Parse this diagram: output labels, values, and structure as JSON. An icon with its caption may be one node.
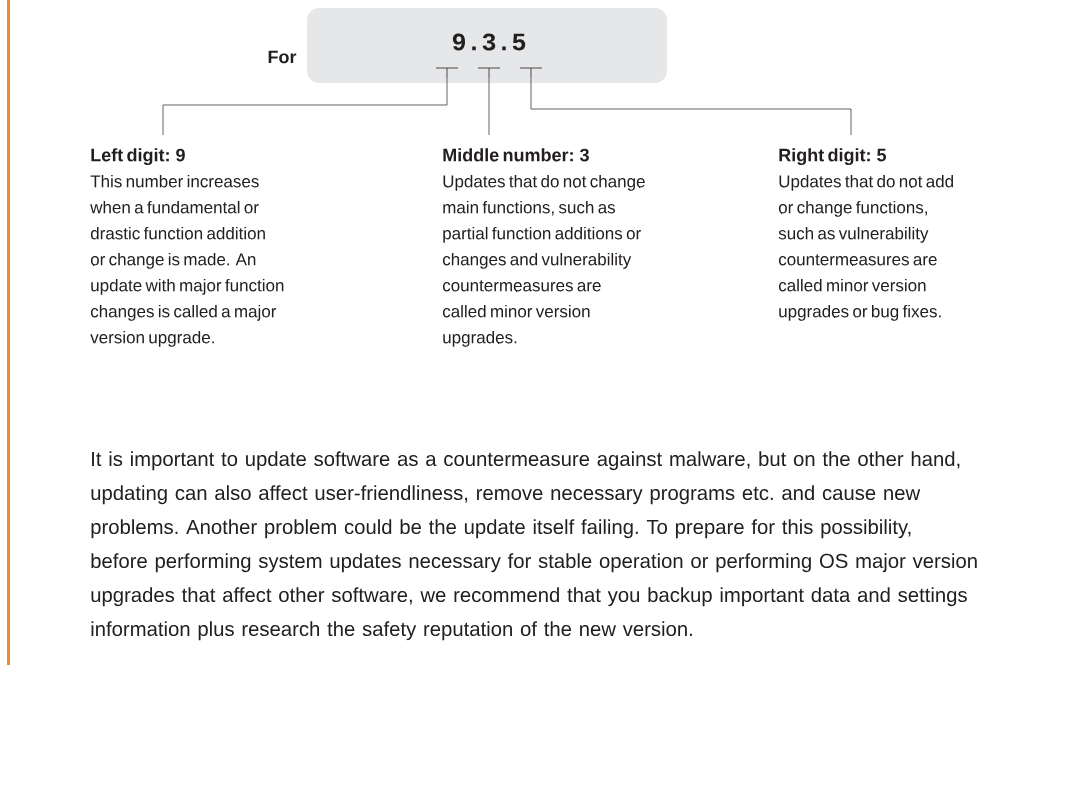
{
  "diagram": {
    "nodes": [
      {
        "text": [
          "9.3.5"
        ],
        "beside": [
          "For"
        ]
      },
      {
        "text": [],
        "shape": "bar",
        "in": 0
      },
      {
        "text": [],
        "shape": "bar",
        "in": 0
      },
      {
        "text": [],
        "shape": "bar",
        "in": 0
      },
      {
        "text": [
          "Left digit: 9",
          "This number increases when a fundamental or drastic function addition or change is made. An update with major function changes is called a major version upgrade."
        ]
      },
      {
        "text": [
          "Middle number: 3",
          "Updates that do not change main functions, such as partial function additions or changes and vulnerability countermeasures are called minor version upgrades."
        ]
      },
      {
        "text": [
          "Right digit: 5",
          "Updates that do not add or change functions, such as vulnerability countermeasures are called minor version upgrades or bug fixes."
        ]
      }
    ],
    "edges": [
      {
        "from": 4,
        "to": 1,
        "arrow": "none"
      },
      {
        "from": 5,
        "to": 2,
        "arrow": "none"
      },
      {
        "from": 6,
        "to": 3,
        "arrow": "none"
      }
    ],
    "labels": [
      "It is important to update software as a countermeasure against malware, but on the other hand, updating can also affect user-friendliness, remove necessary programs etc. and cause new problems. Another problem could be the update itself failing. To prepare for this possibility, before performing system updates necessary for stable operation or performing OS major version upgrades that affect other software, we recommend that you backup important data and settings information plus research the safety reputation of the new version."
    ]
  }
}
